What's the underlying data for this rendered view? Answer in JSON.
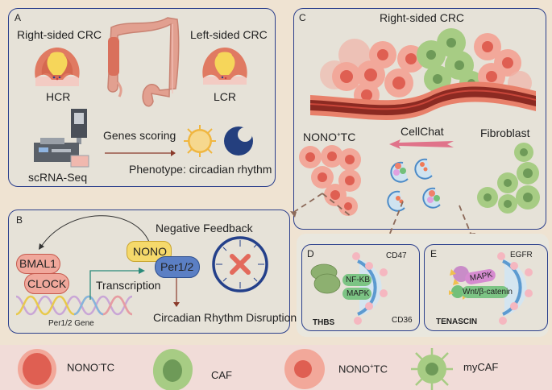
{
  "panel_a": {
    "letter": "A",
    "right_title": "Right-sided CRC",
    "left_title": "Left-sided CRC",
    "hcr": "HCR",
    "lcr": "LCR",
    "scrna": "scRNA-Seq",
    "genes_scoring": "Genes scoring",
    "phenotype": "Phenotype: circadian rhythm"
  },
  "panel_b": {
    "letter": "B",
    "negative_feedback": "Negative Feedback",
    "bmal1": "BMAL1",
    "clock": "CLOCK",
    "nono": "NONO",
    "per12": "Per1/2",
    "transcription": "Transcription",
    "gene": "Per1/2 Gene",
    "disruption": "Circadian Rhythm Disruption"
  },
  "panel_c": {
    "letter": "C",
    "title": "Right-sided CRC",
    "nono_tc_base": "NONO",
    "nono_tc_sup": "+",
    "nono_tc_suffix": "TC",
    "cellchat": "CellChat",
    "fibroblast": "Fibroblast"
  },
  "panel_d": {
    "letter": "D",
    "cd47": "CD47",
    "cd36": "CD36",
    "nfkb": "NF-KB",
    "mapk": "MAPK",
    "ligand": "THBS"
  },
  "panel_e": {
    "letter": "E",
    "egfr": "EGFR",
    "mapk": "MAPK",
    "wnt": "Wnt/β-catenin",
    "ligand": "TENASCIN"
  },
  "legend": {
    "items": [
      {
        "base": "NONO",
        "sup": "-",
        "suffix": "TC"
      },
      {
        "base": "CAF",
        "sup": "",
        "suffix": ""
      },
      {
        "base": "NONO",
        "sup": "+",
        "suffix": "TC"
      },
      {
        "base": "myCAF",
        "sup": "",
        "suffix": ""
      }
    ]
  },
  "colors": {
    "panel_border": "#2b3f8c",
    "page_bg": "#efe3d2",
    "panel_bg": "#e6e2d8",
    "legend_bg": "#f1dcd8",
    "tumor_cell": "#e8786a",
    "caf_green": "#9fc27a",
    "nono_yellow": "#f5d96b",
    "per_blue": "#5b7fc4",
    "bmal_pink": "#f0a89c"
  }
}
